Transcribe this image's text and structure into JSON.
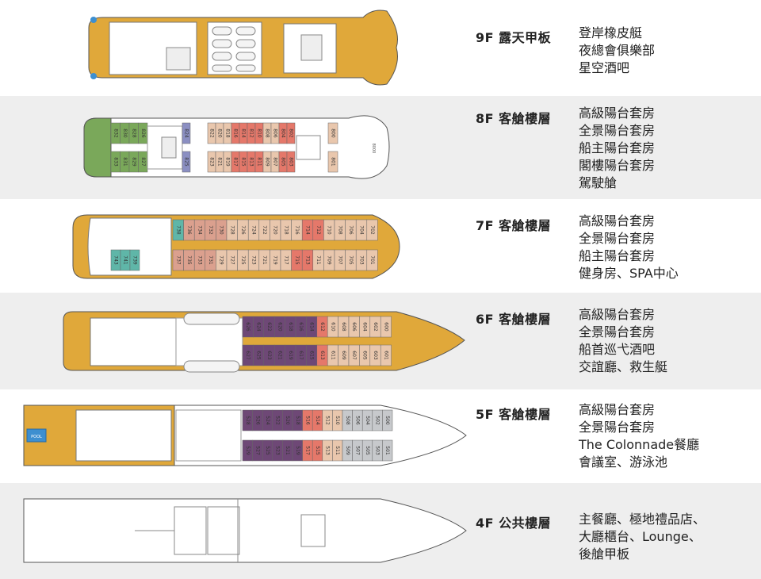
{
  "decks": [
    {
      "title": "9F 露天甲板",
      "features": [
        "登岸橡皮艇",
        "夜總會俱樂部",
        "星空酒吧"
      ]
    },
    {
      "title": "8F 客艙樓層",
      "features": [
        "高級陽台套房",
        "全景陽台套房",
        "船主陽台套房",
        "閣樓陽台套房",
        "駕駛艙"
      ]
    },
    {
      "title": "7F 客艙樓層",
      "features": [
        "高級陽台套房",
        "全景陽台套房",
        "船主陽台套房",
        "健身房、SPA中心"
      ]
    },
    {
      "title": "6F 客艙樓層",
      "features": [
        "高級陽台套房",
        "全景陽台套房",
        "船首巡弋酒吧",
        "交誼廳、救生艇"
      ]
    },
    {
      "title": "5F 客艙樓層",
      "features": [
        "高級陽台套房",
        "全景陽台套房",
        "The Colonnade餐廳",
        "會議室、游泳池"
      ]
    },
    {
      "title": "4F 公共樓層",
      "features": [
        "主餐廳、極地禮品店、",
        "大廳櫃台、Lounge、",
        "後艙甲板"
      ]
    }
  ],
  "cabins": {
    "d8_aft_top": [
      "832",
      "830",
      "828",
      "826"
    ],
    "d8_aft_bot": [
      "833",
      "831",
      "829",
      "827"
    ],
    "d8_mid_top": [
      "824",
      "822",
      "820",
      "818",
      "816",
      "814",
      "812",
      "810",
      "808",
      "806",
      "804",
      "802",
      "800"
    ],
    "d8_mid_bot": [
      "825",
      "823",
      "821",
      "819",
      "817",
      "815",
      "813",
      "811",
      "809",
      "807",
      "805",
      "803",
      "801"
    ],
    "d8_pool_label": "8000",
    "d7_top": [
      "738",
      "736",
      "734",
      "732",
      "730",
      "728",
      "726",
      "724",
      "722",
      "720",
      "718",
      "716",
      "714",
      "712",
      "710",
      "708",
      "706",
      "704",
      "702"
    ],
    "d7_bot": [
      "743",
      "741",
      "739",
      "737",
      "735",
      "733",
      "731",
      "729",
      "727",
      "725",
      "723",
      "721",
      "719",
      "717",
      "715",
      "713",
      "711",
      "709",
      "707",
      "705",
      "703",
      "701"
    ],
    "d6_top": [
      "626",
      "624",
      "622",
      "620",
      "618",
      "616",
      "614",
      "612",
      "610",
      "608",
      "606",
      "604",
      "602",
      "600"
    ],
    "d6_bot": [
      "627",
      "625",
      "623",
      "621",
      "619",
      "617",
      "615",
      "613",
      "611",
      "609",
      "607",
      "605",
      "603",
      "601"
    ],
    "d5_top": [
      "528",
      "526",
      "524",
      "522",
      "520",
      "518",
      "516",
      "514",
      "512",
      "510",
      "508",
      "506",
      "504",
      "502",
      "500"
    ],
    "d5_bot": [
      "529",
      "527",
      "525",
      "523",
      "521",
      "519",
      "517",
      "515",
      "513",
      "511",
      "509",
      "507",
      "505",
      "503",
      "501"
    ],
    "d5_pool_label": "POOL"
  },
  "colors": {
    "wood": "#e0a83a",
    "superior": "#e9c7ad",
    "panorama": "#6e4876",
    "owner": "#e5786a",
    "penthouse": "#8b8fc2",
    "green": "#7aa85a",
    "teal": "#5fb6a8",
    "grey": "#c7c9cc",
    "pinkish": "#dba08e"
  }
}
